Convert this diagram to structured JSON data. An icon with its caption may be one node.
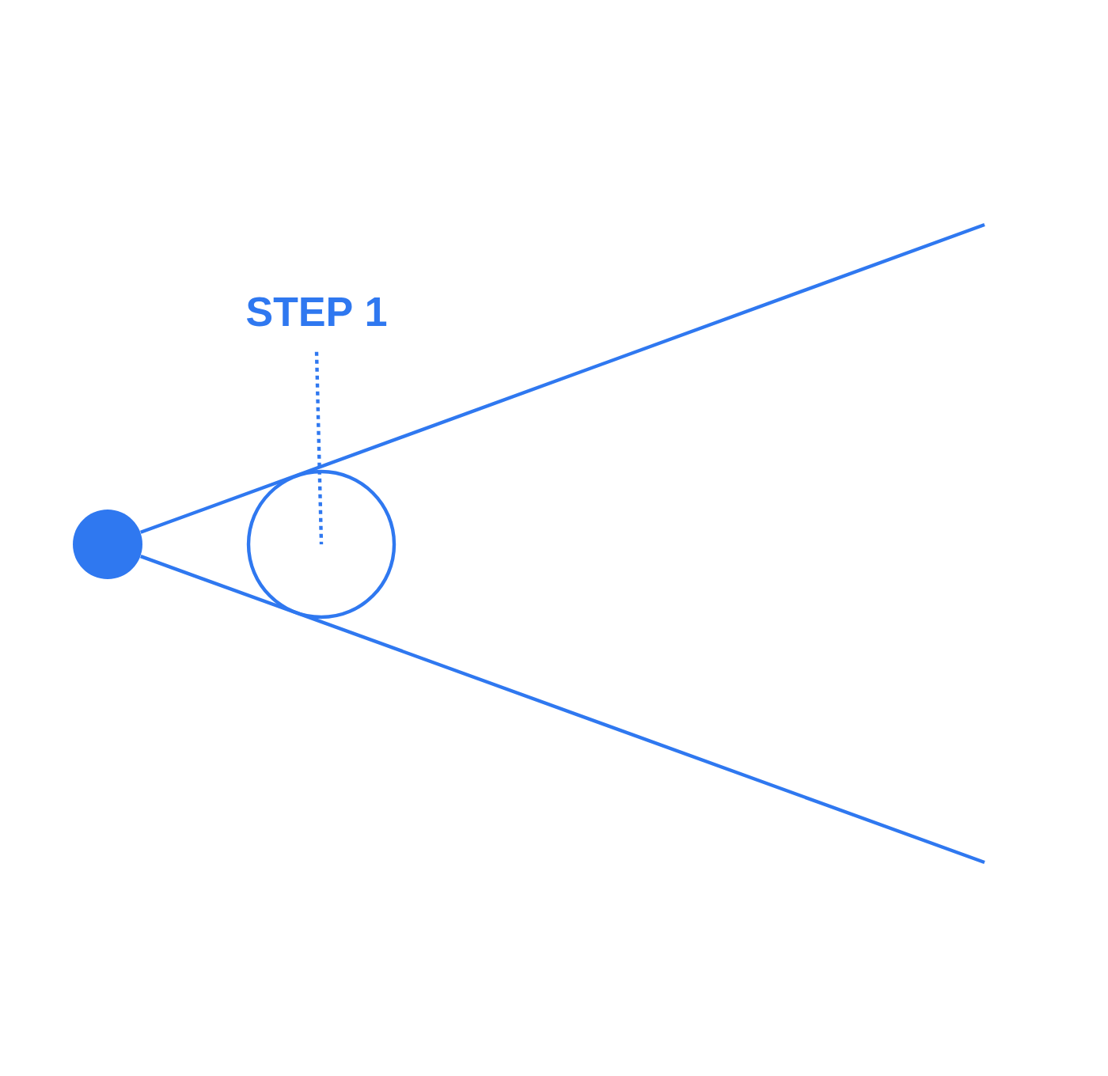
{
  "diagram": {
    "nodes": [
      {
        "text": [],
        "shape": "circle"
      },
      {
        "text": [],
        "shape": "circle"
      },
      {
        "text": [
          "STEP 1"
        ]
      }
    ],
    "edges": [
      {
        "from": 0,
        "to": null,
        "arrow": "none"
      },
      {
        "from": 0,
        "to": null,
        "arrow": "none"
      },
      {
        "from": 2,
        "to": 1,
        "arrow": "none",
        "style": "dashed"
      }
    ]
  }
}
